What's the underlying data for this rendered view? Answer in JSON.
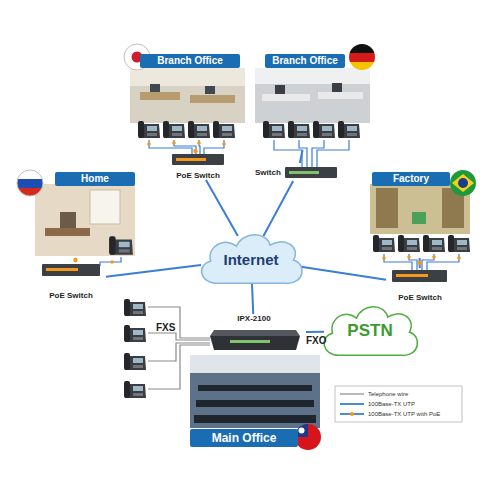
{
  "diagram": {
    "nodes": [
      {
        "text": [
          "Branch Office"
        ]
      },
      {
        "text": [
          "Branch Office"
        ]
      },
      {
        "text": [
          "PoE Switch"
        ]
      },
      {
        "text": [
          "Switch"
        ]
      },
      {
        "text": [
          "Home"
        ]
      },
      {
        "text": [
          "Factory"
        ]
      },
      {
        "text": [
          "Internet"
        ]
      },
      {
        "text": [
          "PoE Switch"
        ]
      },
      {
        "text": [
          "PoE Switch"
        ]
      },
      {
        "text": [
          "IPX-2100"
        ]
      },
      {
        "text": [
          "PSTN"
        ]
      },
      {
        "text": [
          "Main Office"
        ]
      }
    ],
    "edges": [
      {
        "from": 0,
        "to": 2,
        "arrow": "none"
      },
      {
        "from": 2,
        "to": 6,
        "arrow": "none"
      },
      {
        "from": 1,
        "to": 3,
        "arrow": "none"
      },
      {
        "from": 3,
        "to": 6,
        "arrow": "none"
      },
      {
        "from": 4,
        "to": 7,
        "arrow": "none"
      },
      {
        "from": 7,
        "to": 6,
        "arrow": "none"
      },
      {
        "from": 5,
        "to": 8,
        "arrow": "none"
      },
      {
        "from": 8,
        "to": 6,
        "arrow": "none"
      },
      {
        "from": 6,
        "to": 9,
        "arrow": "none"
      },
      {
        "from": 9,
        "to": 10,
        "label": "FXO",
        "arrow": "none"
      }
    ],
    "labels": [
      "FXS"
    ],
    "legend": [
      {
        "text": "Telephone wire"
      },
      {
        "text": "100Base-TX UTP"
      },
      {
        "text": "100Base-TX UTP with PoE"
      }
    ]
  }
}
